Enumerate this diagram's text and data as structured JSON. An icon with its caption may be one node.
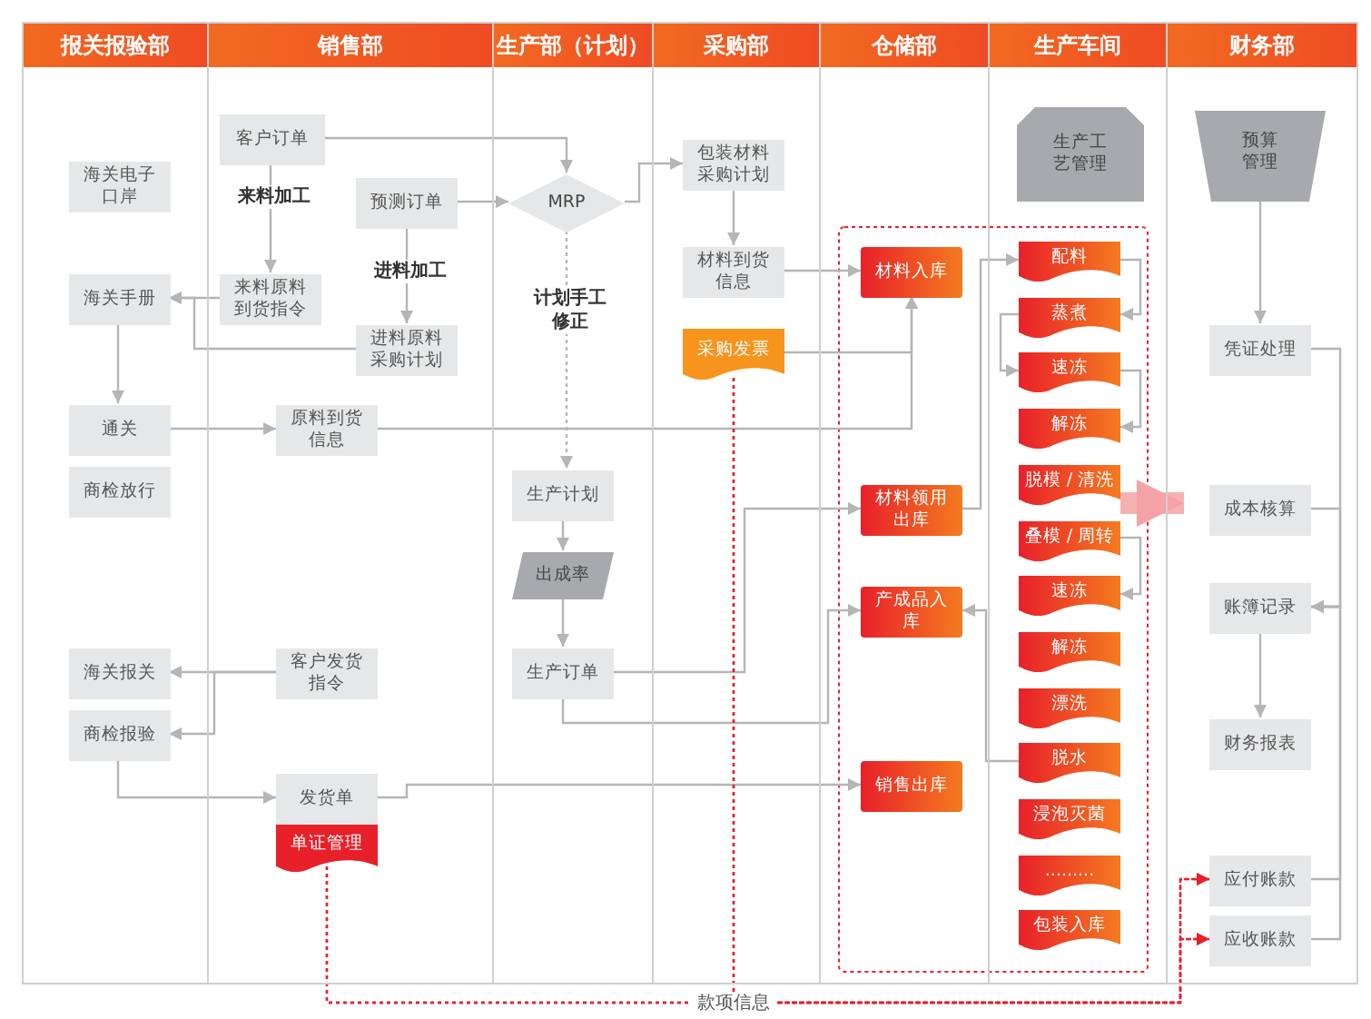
{
  "diagram": {
    "nodes": [
      {
        "text": [
          "报关报验部"
        ]
      },
      {
        "text": [
          "销售部"
        ]
      },
      {
        "text": [
          "生产部（计划）"
        ]
      },
      {
        "text": [
          "采购部"
        ]
      },
      {
        "text": [
          "仓储部"
        ]
      },
      {
        "text": [
          "生产车间"
        ]
      },
      {
        "text": [
          "财务部"
        ]
      },
      {
        "text": [
          "海关电子口岸"
        ],
        "in": 0
      },
      {
        "text": [
          "海关手册"
        ],
        "in": 0
      },
      {
        "text": [
          "通关"
        ],
        "in": 0
      },
      {
        "text": [
          "商检放行"
        ],
        "in": 0
      },
      {
        "text": [
          "海关报关"
        ],
        "in": 0
      },
      {
        "text": [
          "商检报验"
        ],
        "in": 0
      },
      {
        "text": [
          "客户订单"
        ],
        "in": 1
      },
      {
        "text": [
          "预测订单"
        ],
        "in": 1
      },
      {
        "text": [
          "来料原料到货指令"
        ],
        "in": 1
      },
      {
        "text": [
          "进料原料采购计划"
        ],
        "in": 1
      },
      {
        "text": [
          "原料到货信息"
        ],
        "in": 1
      },
      {
        "text": [
          "客户发货指令"
        ],
        "in": 1
      },
      {
        "text": [
          "发货单"
        ],
        "in": 1
      },
      {
        "text": [
          "单证管理"
        ],
        "in": 1
      },
      {
        "text": [
          "MRP"
        ],
        "in": 2
      },
      {
        "text": [
          "生产计划"
        ],
        "in": 2
      },
      {
        "text": [
          "出成率"
        ],
        "in": 2
      },
      {
        "text": [
          "生产订单"
        ],
        "in": 2
      },
      {
        "text": [
          "包装材料采购计划"
        ],
        "in": 3
      },
      {
        "text": [
          "材料到货信息"
        ],
        "in": 3
      },
      {
        "text": [
          "采购发票"
        ],
        "in": 3
      },
      {
        "text": [
          "材料入库"
        ],
        "in": 4
      },
      {
        "text": [
          "材料领用出库"
        ],
        "in": 4
      },
      {
        "text": [
          "产成品入库"
        ],
        "in": 4
      },
      {
        "text": [
          "销售出库"
        ],
        "in": 4
      },
      {
        "text": [
          "生产工艺管理"
        ],
        "in": 5
      },
      {
        "text": [
          "配料"
        ],
        "in": 5
      },
      {
        "text": [
          "蒸煮"
        ],
        "in": 5
      },
      {
        "text": [
          "速冻"
        ],
        "in": 5
      },
      {
        "text": [
          "解冻"
        ],
        "in": 5
      },
      {
        "text": [
          "脱模 / 清洗"
        ],
        "in": 5
      },
      {
        "text": [
          "叠模 / 周转"
        ],
        "in": 5
      },
      {
        "text": [
          "速冻"
        ],
        "in": 5
      },
      {
        "text": [
          "解冻"
        ],
        "in": 5
      },
      {
        "text": [
          "漂洗"
        ],
        "in": 5
      },
      {
        "text": [
          "脱水"
        ],
        "in": 5
      },
      {
        "text": [
          "浸泡灭菌"
        ],
        "in": 5
      },
      {
        "text": [
          "........."
        ],
        "in": 5
      },
      {
        "text": [
          "包装入库"
        ],
        "in": 5
      },
      {
        "text": [
          "预算管理"
        ],
        "in": 6
      },
      {
        "text": [
          "凭证处理"
        ],
        "in": 6
      },
      {
        "text": [
          "成本核算"
        ],
        "in": 6
      },
      {
        "text": [
          "账簿记录"
        ],
        "in": 6
      },
      {
        "text": [
          "财务报表"
        ],
        "in": 6
      },
      {
        "text": [
          "应付账款"
        ],
        "in": 6
      },
      {
        "text": [
          "应收账款"
        ],
        "in": 6
      }
    ],
    "edges": [
      {
        "from": 13,
        "to": 21,
        "arrow": "to"
      },
      {
        "from": 14,
        "to": 21,
        "arrow": "to"
      },
      {
        "from": 13,
        "to": 15,
        "arrow": "to",
        "label": "来料加工"
      },
      {
        "from": 14,
        "to": 16,
        "arrow": "to",
        "label": "进料加工"
      },
      {
        "from": 15,
        "to": 8,
        "arrow": "to"
      },
      {
        "from": 16,
        "to": 8,
        "arrow": "to"
      },
      {
        "from": 21,
        "to": 25,
        "arrow": "to"
      },
      {
        "from": 21,
        "to": 22,
        "arrow": "to",
        "label": "计划手工修正",
        "style": "dashed"
      },
      {
        "from": 8,
        "to": 9,
        "arrow": "to"
      },
      {
        "from": 9,
        "to": 17,
        "arrow": "to"
      },
      {
        "from": 17,
        "to": 28,
        "arrow": "to"
      },
      {
        "from": 27,
        "to": 28,
        "arrow": "to"
      },
      {
        "from": 25,
        "to": 26,
        "arrow": "to"
      },
      {
        "from": 26,
        "to": 28,
        "arrow": "to"
      },
      {
        "from": 22,
        "to": 23,
        "arrow": "to"
      },
      {
        "from": 23,
        "to": 24,
        "arrow": "to"
      },
      {
        "from": 24,
        "to": 29,
        "arrow": "to"
      },
      {
        "from": 24,
        "to": 30,
        "arrow": "to"
      },
      {
        "from": 18,
        "to": 11,
        "arrow": "to"
      },
      {
        "from": 18,
        "to": 12,
        "arrow": "to"
      },
      {
        "from": 12,
        "to": 19,
        "arrow": "to"
      },
      {
        "from": 19,
        "to": 31,
        "arrow": "to"
      },
      {
        "from": 29,
        "to": 33,
        "arrow": "to"
      },
      {
        "from": 33,
        "to": 34,
        "arrow": "to"
      },
      {
        "from": 34,
        "to": 35,
        "arrow": "to"
      },
      {
        "from": 35,
        "to": 36,
        "arrow": "to"
      },
      {
        "from": 38,
        "to": 39,
        "arrow": "to"
      },
      {
        "from": 42,
        "to": 30,
        "arrow": "to"
      },
      {
        "from": 37,
        "to": 48,
        "arrow": "to",
        "style": "thick",
        "color": "#f5a3a6"
      },
      {
        "from": 46,
        "to": 47,
        "arrow": "to"
      },
      {
        "from": 47,
        "to": 49,
        "arrow": "to"
      },
      {
        "from": 48,
        "to": 49,
        "arrow": "to"
      },
      {
        "from": 51,
        "to": 49,
        "arrow": "to"
      },
      {
        "from": 52,
        "to": 49,
        "arrow": "to"
      },
      {
        "from": 49,
        "to": 50,
        "arrow": "to"
      },
      {
        "from": 20,
        "to": 51,
        "arrow": "to",
        "style": "dashed",
        "color": "#e8202a",
        "label": "款项信息"
      },
      {
        "from": 20,
        "to": 52,
        "arrow": "to",
        "style": "dashed",
        "color": "#e8202a"
      },
      {
        "from": 27,
        "to": 51,
        "arrow": "to",
        "style": "dashed",
        "color": "#e8202a"
      },
      {
        "from": 27,
        "to": 52,
        "arrow": "to",
        "style": "dashed",
        "color": "#e8202a"
      }
    ]
  }
}
